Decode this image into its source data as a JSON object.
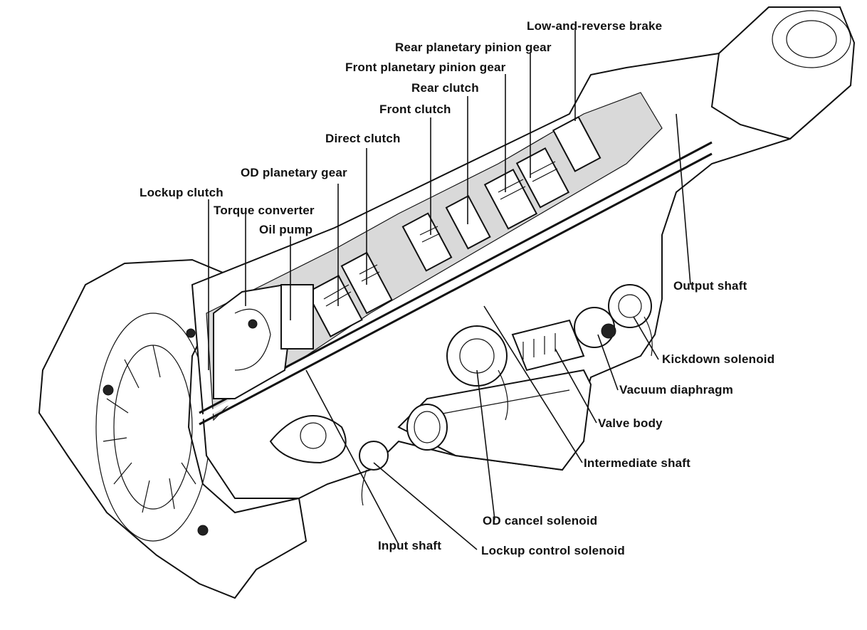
{
  "labels": {
    "low_reverse_brake": "Low-and-reverse brake",
    "rear_planetary_pinion_gear": "Rear planetary pinion gear",
    "front_planetary_pinion_gear": "Front planetary pinion gear",
    "rear_clutch": "Rear clutch",
    "front_clutch": "Front clutch",
    "direct_clutch": "Direct clutch",
    "od_planetary_gear": "OD planetary gear",
    "lockup_clutch": "Lockup clutch",
    "torque_converter": "Torque converter",
    "oil_pump": "Oil pump",
    "output_shaft": "Output shaft",
    "kickdown_solenoid": "Kickdown solenoid",
    "vacuum_diaphragm": "Vacuum diaphragm",
    "valve_body": "Valve body",
    "intermediate_shaft": "Intermediate shaft",
    "od_cancel_solenoid": "OD cancel solenoid",
    "input_shaft": "Input shaft",
    "lockup_control_solenoid": "Lockup control solenoid"
  }
}
